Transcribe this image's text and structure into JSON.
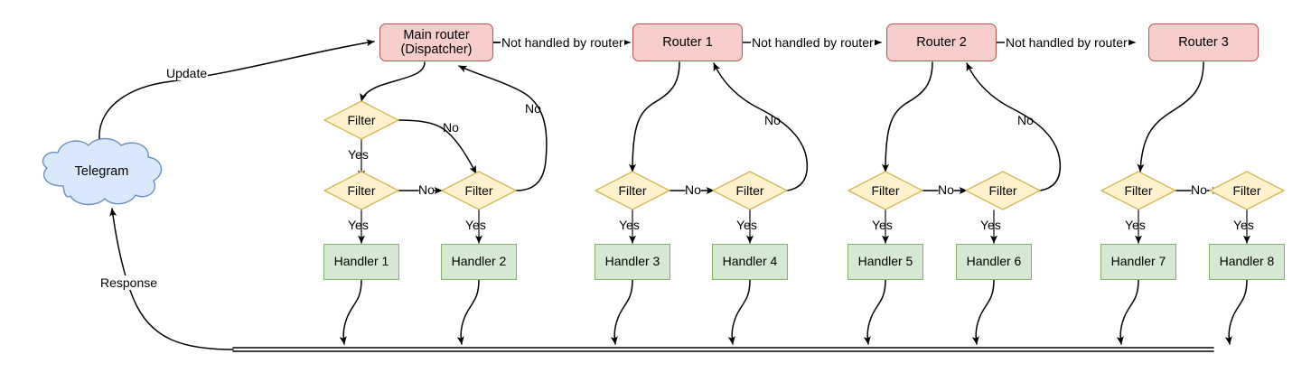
{
  "diagram": {
    "title": "Telegram bot update routing flow",
    "colors": {
      "router_fill": "#f8cecc",
      "router_stroke": "#b85450",
      "filter_fill": "#fff2cc",
      "filter_stroke": "#d6b656",
      "handler_fill": "#d5e8d4",
      "handler_stroke": "#82b366",
      "cloud_fill": "#dae8fc",
      "cloud_stroke": "#6c8ebf",
      "edge_stroke": "#000000"
    },
    "source": {
      "label": "Telegram",
      "shape": "cloud"
    },
    "routers": [
      {
        "id": "main",
        "label": "Main router\n(Dispatcher)",
        "line1": "Main router",
        "line2": "(Dispatcher)"
      },
      {
        "id": "r1",
        "label": "Router 1"
      },
      {
        "id": "r2",
        "label": "Router 2"
      },
      {
        "id": "r3",
        "label": "Router 3"
      }
    ],
    "filters": [
      {
        "id": "f-main-top",
        "label": "Filter"
      },
      {
        "id": "f-main-left",
        "label": "Filter"
      },
      {
        "id": "f-main-right",
        "label": "Filter"
      },
      {
        "id": "f-r1-left",
        "label": "Filter"
      },
      {
        "id": "f-r1-right",
        "label": "Filter"
      },
      {
        "id": "f-r2-left",
        "label": "Filter"
      },
      {
        "id": "f-r2-right",
        "label": "Filter"
      },
      {
        "id": "f-r3-left",
        "label": "Filter"
      },
      {
        "id": "f-r3-right",
        "label": "Filter"
      }
    ],
    "handlers": [
      {
        "id": "h1",
        "label": "Handler 1"
      },
      {
        "id": "h2",
        "label": "Handler 2"
      },
      {
        "id": "h3",
        "label": "Handler 3"
      },
      {
        "id": "h4",
        "label": "Handler 4"
      },
      {
        "id": "h5",
        "label": "Handler 5"
      },
      {
        "id": "h6",
        "label": "Handler 6"
      },
      {
        "id": "h7",
        "label": "Handler 7"
      },
      {
        "id": "h8",
        "label": "Handler 8"
      }
    ],
    "edge_labels": {
      "update": "Update",
      "response": "Response",
      "not_handled_1": "Not handled by router",
      "not_handled_2": "Not handled by router",
      "not_handled_3": "Not handled by router",
      "yes": "Yes",
      "no": "No",
      "yes_main_top": "Yes",
      "yes_main_left": "Yes",
      "yes_main_right": "Yes",
      "yes_r1_left": "Yes",
      "yes_r1_right": "Yes",
      "yes_r2_left": "Yes",
      "yes_r2_right": "Yes",
      "yes_r3_left": "Yes",
      "yes_r3_right": "Yes",
      "no_main_top_to_right": "No",
      "no_main_left_to_right": "No",
      "no_main_right_to_router": "No",
      "no_r1_left_to_right": "No",
      "no_r1_right_to_router": "No",
      "no_r2_left_to_right": "No",
      "no_r2_right_to_router": "No",
      "no_r3_left_to_right": "No"
    },
    "response_bus": {
      "name": "response-bus",
      "style": "double-line"
    }
  }
}
